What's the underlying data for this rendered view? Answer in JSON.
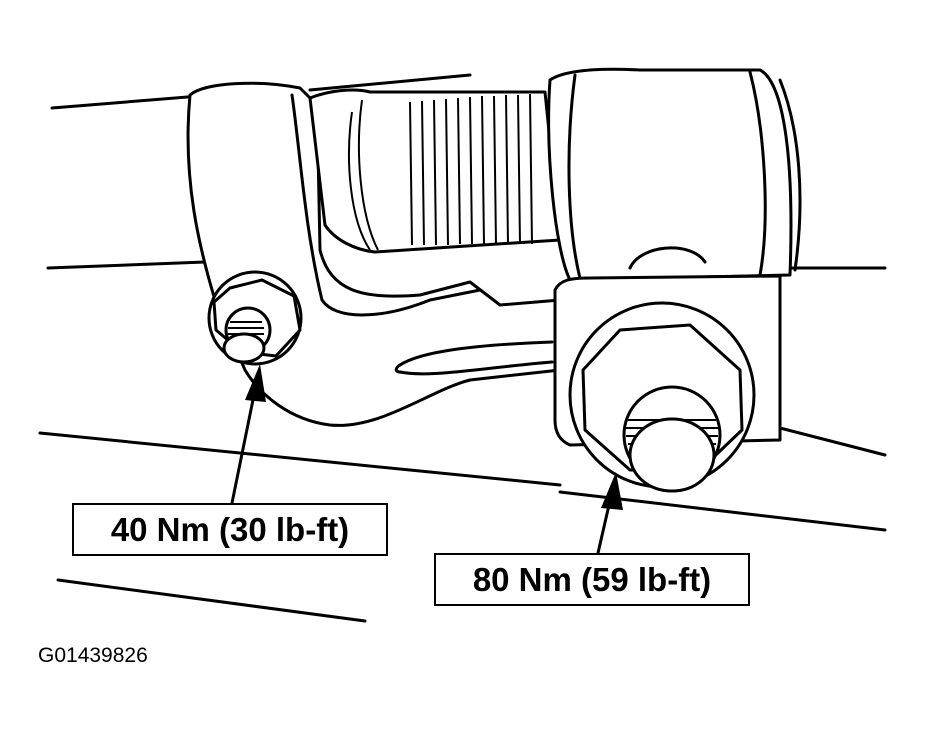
{
  "callouts": {
    "left_torque": "40 Nm (30 lb-ft)",
    "right_torque": "80 Nm (59 lb-ft)"
  },
  "figure_id": "G01439826"
}
